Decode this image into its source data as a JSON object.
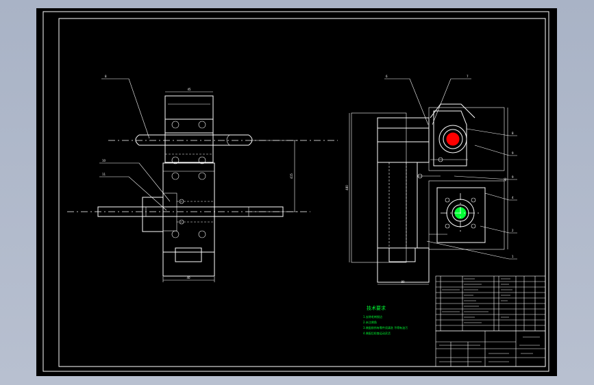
{
  "drawing": {
    "background": "#000000",
    "line_color": "#ffffff",
    "notes_color": "#00ff33",
    "highlight_red": "#ff0000",
    "highlight_green": "#00ff33"
  },
  "notes": {
    "title": "技术要求",
    "items": [
      "1.去除毛刺锐边",
      "2.未注倒角",
      "3.装配前所有零件须清洗  不得有油污",
      "4.装配后检查运动灵活"
    ]
  },
  "dimensions": {
    "top_width": "45",
    "bottom_width": "40",
    "height": "415",
    "side_height": "480",
    "side_width": "80",
    "side_bottom": "80"
  },
  "balloons": {
    "left": [
      "8",
      "10",
      "11"
    ],
    "right_top": [
      "6",
      "7"
    ],
    "right_side": [
      "8",
      "9",
      "9",
      "4",
      "2",
      "1"
    ]
  }
}
